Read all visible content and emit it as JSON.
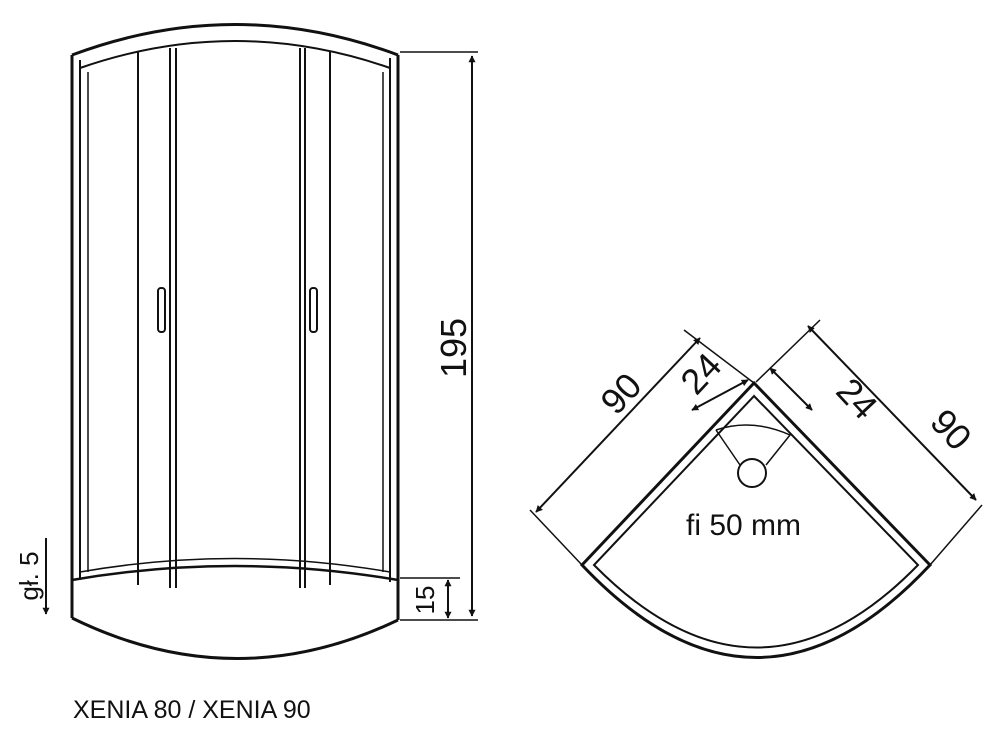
{
  "front_view": {
    "height_label": "195",
    "tray_height_label": "15",
    "depth_label": "gł. 5"
  },
  "top_view": {
    "left_side_label": "90",
    "right_side_label": "90",
    "left_corner_label": "24",
    "right_corner_label": "24",
    "drain_label": "fi 50 mm"
  },
  "caption": "XENIA 80 / XENIA 90"
}
